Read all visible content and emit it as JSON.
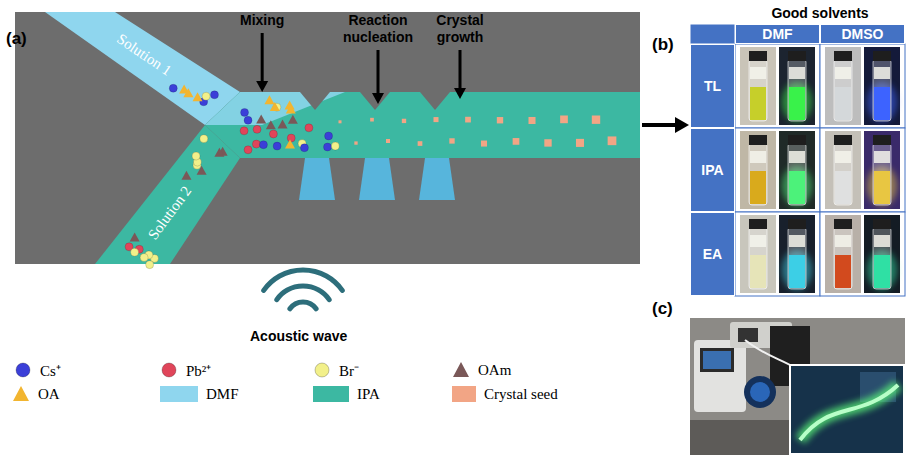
{
  "diagram": {
    "nodes": [
      {
        "text": [
          "DMF"
        ]
      },
      {
        "text": [
          "DMSO"
        ]
      },
      {
        "text": [
          "TL"
        ]
      },
      {
        "text": [
          "IPA"
        ]
      },
      {
        "text": [
          "EA"
        ]
      }
    ],
    "labels": [
      "(a)",
      "Mixing",
      "Reaction nucleation",
      "Crystal growth",
      "Solution 1",
      "Solution 2",
      "Acoustic wave",
      "(b)",
      "Good solvents",
      "(c)"
    ],
    "legend": [
      {
        "text": "Cs⁺",
        "color": "#3b3fd8"
      },
      {
        "text": "Pb²⁺",
        "color": "#e0455a"
      },
      {
        "text": "Br⁻",
        "color": "#f2f08a"
      },
      {
        "text": "OAm",
        "color": "#7a5858"
      },
      {
        "text": "OA",
        "color": "#f2b530"
      },
      {
        "text": "DMF",
        "color": "#8fd6ee"
      },
      {
        "text": "IPA",
        "color": "#3cb8a2"
      },
      {
        "text": "Crystal seed",
        "color": "#f2a585"
      }
    ]
  }
}
